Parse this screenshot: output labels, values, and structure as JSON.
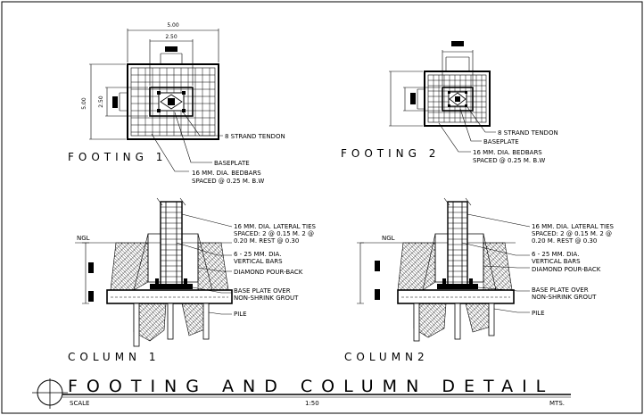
{
  "drawing": {
    "title": "FOOTING AND COLUMN DETAIL",
    "scale_label": "SCALE",
    "scale_value": "1:50",
    "units": "MTS."
  },
  "footing1": {
    "title": "FOOTING 1",
    "dim_top_outer": "5.00",
    "dim_top_inner": "2.50",
    "dim_left_outer": "5.00",
    "dim_left_inner": "2.50",
    "callout_tendon": "8 STRAND TENDON",
    "callout_baseplate": "BASEPLATE",
    "callout_bedbars": [
      "16 MM. DIA. BEDBARS",
      "SPACED @ 0.25 M. B.W"
    ]
  },
  "footing2": {
    "title": "FOOTING 2",
    "callout_tendon": "8 STRAND TENDON",
    "callout_baseplate": "BASEPLATE",
    "callout_bedbars": [
      "16 MM. DIA. BEDBARS",
      "SPACED @ 0.25 M. B.W"
    ]
  },
  "column1": {
    "title": "COLUMN 1",
    "ngl": "NGL",
    "callout_ties": [
      "16 MM. DIA. LATERAL TIES",
      "SPACED: 2 @ 0.15 M. 2 @",
      "0.20 M. REST @ 0.30"
    ],
    "callout_vertical": [
      "6 - 25 MM. DIA.",
      "VERTICAL BARS"
    ],
    "callout_pourback": "DIAMOND POUR-BACK",
    "callout_baseplate": [
      "BASE PLATE OVER",
      "NON-SHRINK GROUT"
    ],
    "callout_pile": "PILE"
  },
  "column2": {
    "title": "COLUMN2",
    "ngl": "NGL",
    "callout_ties": [
      "16 MM. DIA. LATERAL TIES",
      "SPACED: 2 @ 0.15 M. 2 @",
      "0.20 M. REST @ 0.30"
    ],
    "callout_vertical": [
      "6 - 25 MM. DIA.",
      "VERTICAL BARS"
    ],
    "callout_pourback": "DIAMOND POUR-BACK",
    "callout_baseplate": [
      "BASE PLATE OVER",
      "NON-SHRINK GROUT"
    ],
    "callout_pile": "PILE"
  }
}
